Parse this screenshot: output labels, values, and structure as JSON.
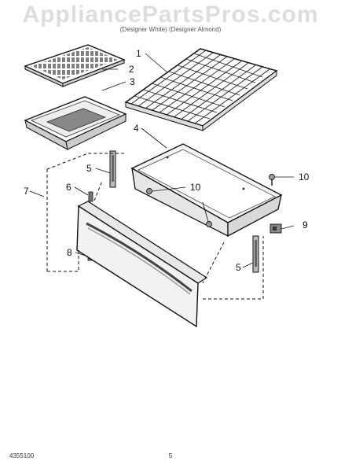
{
  "header": {
    "watermark": "AppliancePartsPros.com",
    "title": "",
    "model_line": "",
    "variant_line": "(Designer White) (Designer Almond)"
  },
  "callouts": [
    "1",
    "2",
    "3",
    "4",
    "5",
    "6",
    "7",
    "8",
    "9",
    "10",
    "10",
    "5"
  ],
  "footer": {
    "doc_number": "4355100",
    "page_number": "5"
  }
}
